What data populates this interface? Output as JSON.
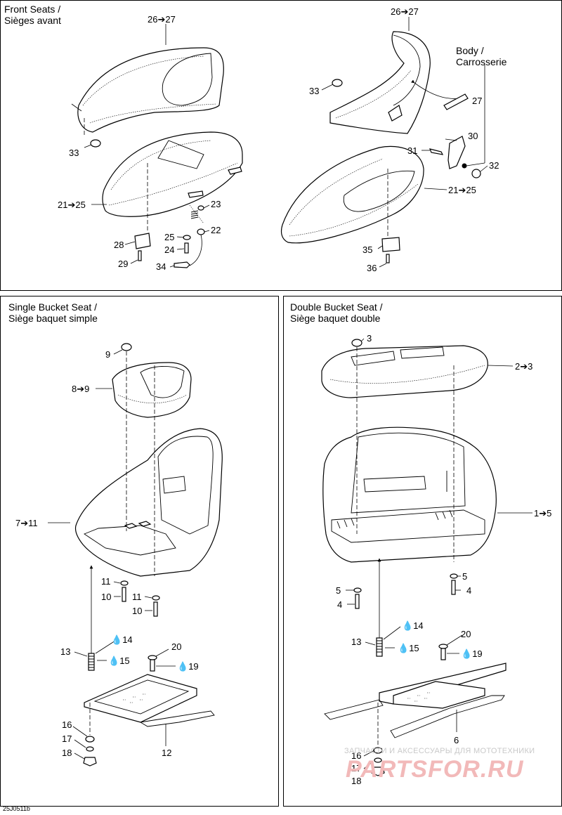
{
  "panels": {
    "front": {
      "title_en": "Front Seats /",
      "title_fr": "Sièges avant"
    },
    "single": {
      "title_en": "Single Bucket Seat /",
      "title_fr": "Siège baquet simple"
    },
    "double": {
      "title_en": "Double Bucket Seat /",
      "title_fr": "Siège baquet double"
    }
  },
  "body_label": {
    "en": "Body /",
    "fr": "Carrosserie"
  },
  "labels": {
    "f_26_27_a": "26➔27",
    "f_33_a": "33",
    "f_21_25_a": "21➔25",
    "f_23": "23",
    "f_25": "25",
    "f_22": "22",
    "f_28": "28",
    "f_24": "24",
    "f_29": "29",
    "f_34": "34",
    "f_26_27_b": "26➔27",
    "f_33_b": "33",
    "f_27": "27",
    "f_30": "30",
    "f_31": "31",
    "f_32": "32",
    "f_21_25_b": "21➔25",
    "f_35": "35",
    "f_36": "36",
    "s_9": "9",
    "s_8_9": "8➔9",
    "s_7_11": "7➔11",
    "s_11_a": "11",
    "s_10_a": "10",
    "s_11_b": "11",
    "s_10_b": "10",
    "s_14": "14",
    "s_13": "13",
    "s_15": "15",
    "s_20": "20",
    "s_19": "19",
    "s_16": "16",
    "s_17": "17",
    "s_18": "18",
    "s_12": "12",
    "d_3": "3",
    "d_2_3": "2➔3",
    "d_1_5": "1➔5",
    "d_5_a": "5",
    "d_4_a": "4",
    "d_5_b": "5",
    "d_4_b": "4",
    "d_14": "14",
    "d_13": "13",
    "d_15": "15",
    "d_20": "20",
    "d_19": "19",
    "d_16": "16",
    "d_17": "17",
    "d_18": "18",
    "d_6": "6"
  },
  "reference": "25J0511b",
  "watermark": {
    "line1": "ЗАПЧАСТИ И АКСЕССУАРЫ ДЛЯ МОТОТЕХНИКИ",
    "line2": "PARTSFOR.RU"
  }
}
